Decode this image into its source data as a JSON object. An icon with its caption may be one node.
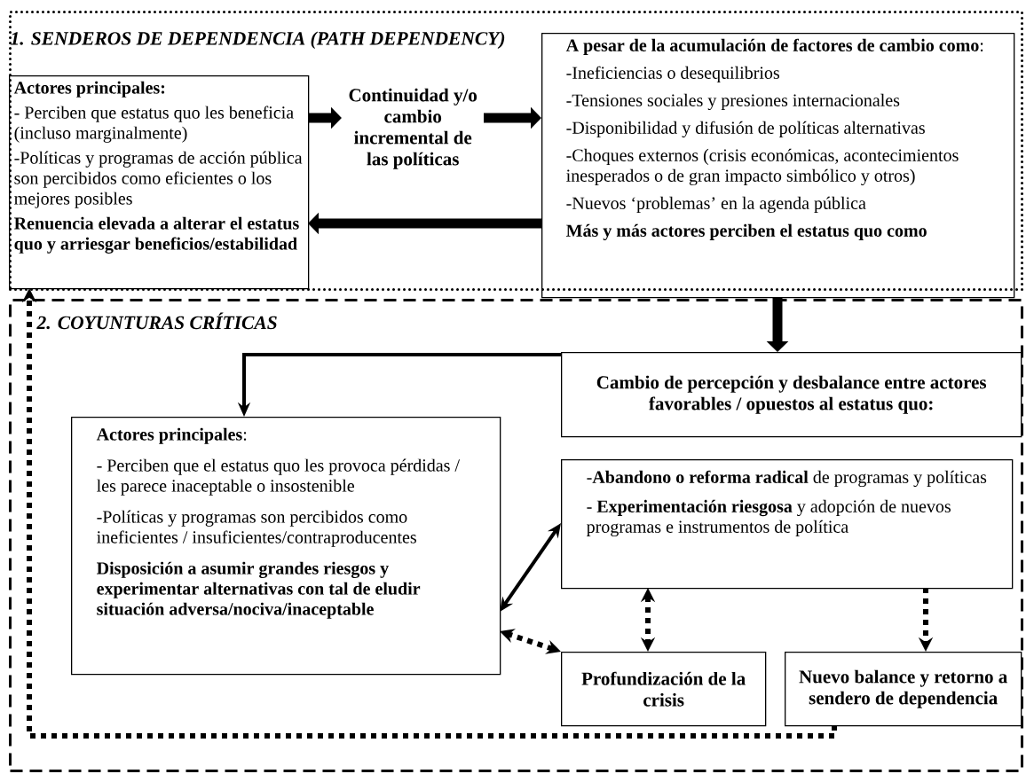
{
  "diagram": {
    "nodes": [
      {
        "text": [
          "1. SENDEROS DE DEPENDENCIA (PATH DEPENDENCY)"
        ]
      },
      {
        "text": [
          "Actores principales:",
          "- Perciben que estatus quo les beneficia (incluso marginalmente)",
          "-Políticas y programas de acción pública son percibidos como eficientes o los mejores posibles",
          "Renuencia elevada a alterar el estatus quo y arriesgar beneficios/estabilidad"
        ],
        "in": 0
      },
      {
        "text": [
          "Continuidad y/o cambio incremental de las políticas"
        ],
        "in": 0
      },
      {
        "text": [
          "**A pesar de la acumulación de factores de cambio como**:",
          "-Ineficiencias o desequilibrios",
          "-Tensiones sociales y presiones internacionales",
          "-Disponibilidad y difusión de políticas alternativas",
          "-Choques externos (crisis económicas, acontecimientos inesperados o de gran impacto simbólico y otros)",
          "-Nuevos ‘problemas’ en la agenda pública",
          "Más y más actores perciben el estatus quo como"
        ],
        "in": 0
      },
      {
        "text": [
          "2. COYUNTURAS CRÍTICAS"
        ]
      },
      {
        "text": [
          "Cambio de percepción y desbalance entre actores favorables / opuestos al estatus quo:"
        ],
        "in": 4
      },
      {
        "text": [
          "**Actores principales**:",
          "- Perciben que el estatus quo les provoca pérdidas / les parece inaceptable o insostenible",
          "-Políticas y programas son percibidos como ineficientes / insuficientes/contraproducentes",
          "Disposición a asumir grandes riesgos y experimentar alternativas con tal de eludir situación adversa/nociva/inaceptable"
        ],
        "in": 4
      },
      {
        "text": [
          "-**Abandono o reforma radical** de programas y políticas",
          "- **Experimentación riesgosa** y adopción de nuevos programas e instrumentos de política"
        ],
        "in": 4
      },
      {
        "text": [
          "Profundización de la crisis"
        ],
        "in": 4
      },
      {
        "text": [
          "Nuevo balance y retorno a sendero de dependencia"
        ],
        "in": 4
      }
    ],
    "edges": [
      {
        "from": 1,
        "to": 2,
        "arrow": "to",
        "style": "thick"
      },
      {
        "from": 2,
        "to": 3,
        "arrow": "to",
        "style": "thick"
      },
      {
        "from": 3,
        "to": 1,
        "arrow": "to",
        "style": "thick"
      },
      {
        "from": 3,
        "to": 5,
        "arrow": "to",
        "style": "thick"
      },
      {
        "from": 5,
        "to": 6,
        "arrow": "to"
      },
      {
        "from": 7,
        "to": 6,
        "arrow": "both"
      },
      {
        "from": 8,
        "to": 6,
        "arrow": "both",
        "style": "dashed"
      },
      {
        "from": 7,
        "to": 8,
        "arrow": "both",
        "style": "dashed"
      },
      {
        "from": 7,
        "to": 9,
        "arrow": "to",
        "style": "dashed"
      },
      {
        "from": 9,
        "to": 1,
        "arrow": "to",
        "style": "dashed"
      }
    ]
  }
}
